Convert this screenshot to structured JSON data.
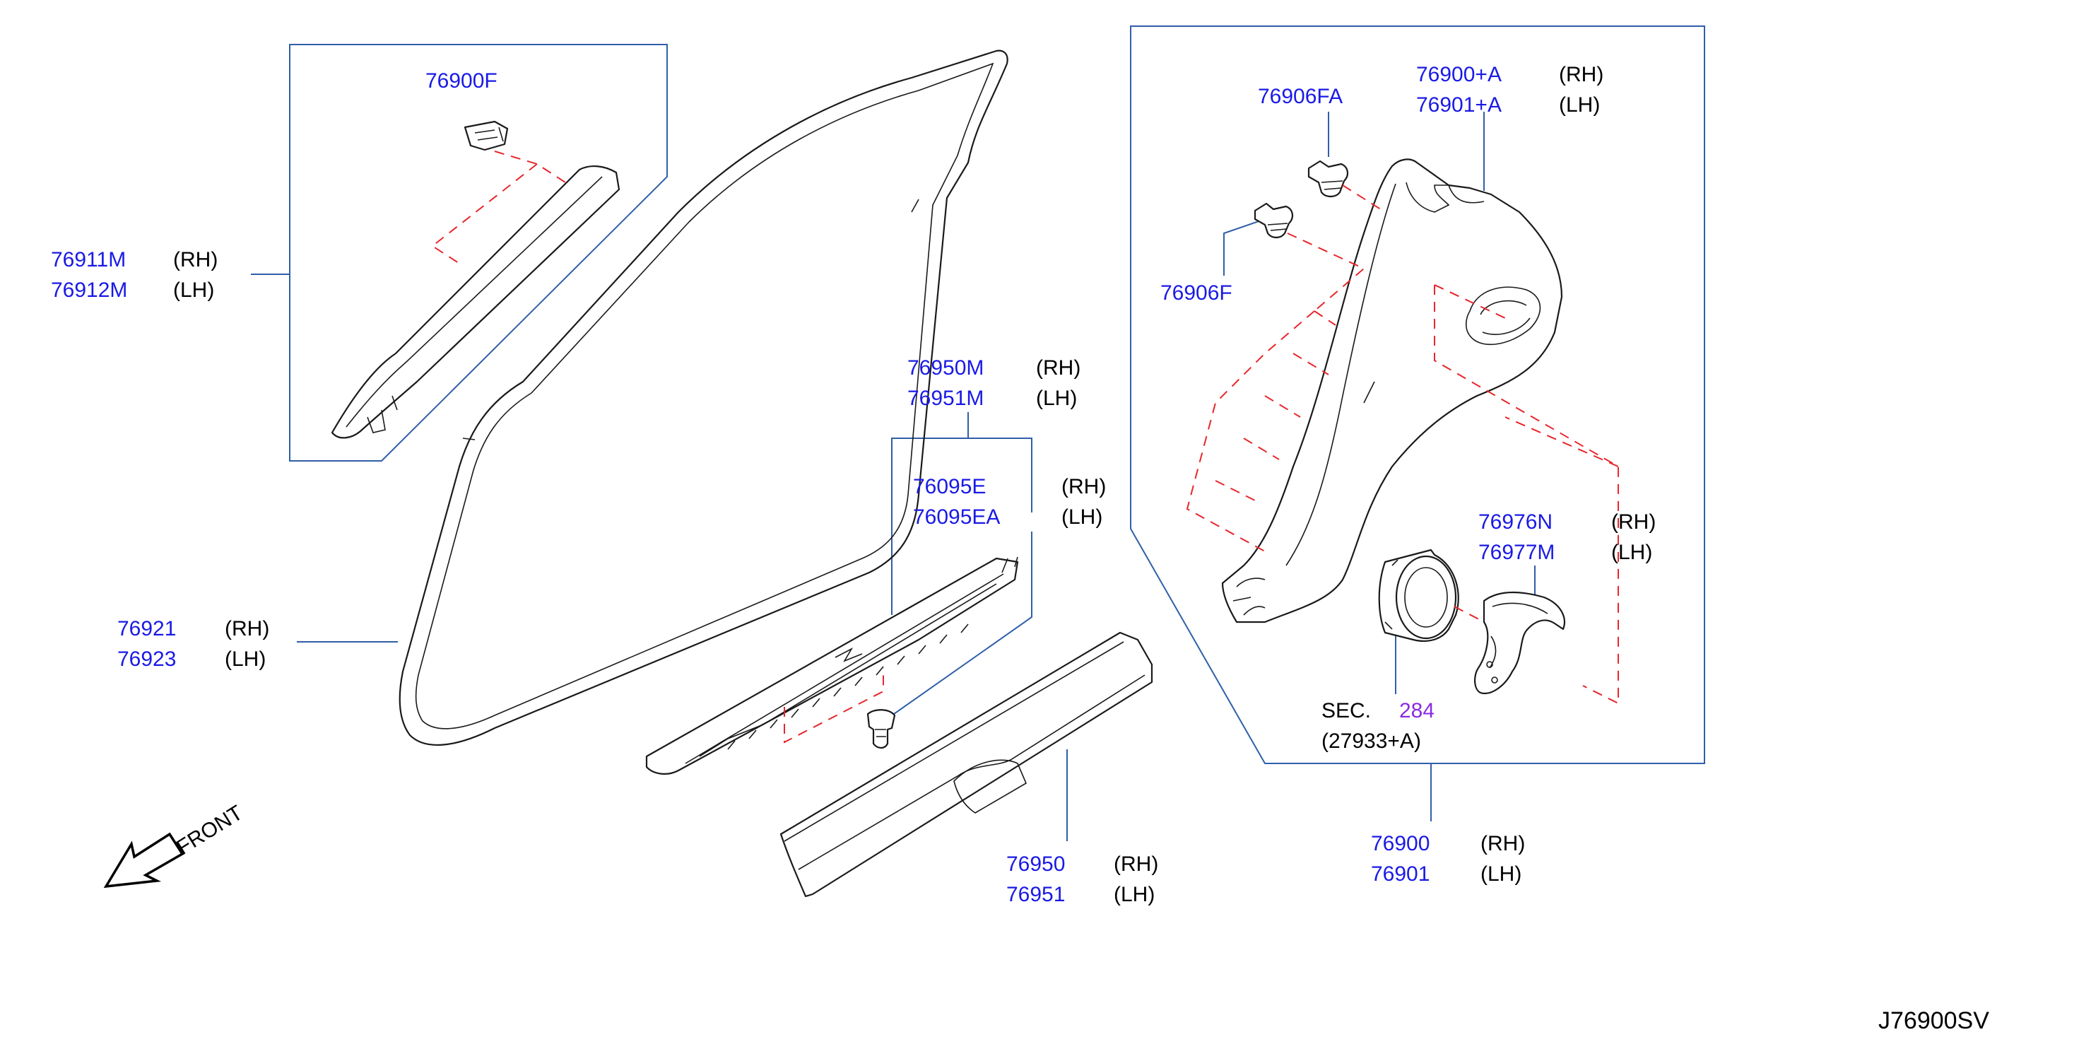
{
  "callouts": {
    "c76900f": {
      "part": "76900F"
    },
    "c76911": {
      "part_rh": "76911M",
      "side_rh": "(RH)",
      "part_lh": "76912M",
      "side_lh": "(LH)"
    },
    "c76921": {
      "part_rh": "76921",
      "side_rh": "(RH)",
      "part_lh": "76923",
      "side_lh": "(LH)"
    },
    "c76950m": {
      "part_rh": "76950M",
      "side_rh": "(RH)",
      "part_lh": "76951M",
      "side_lh": "(LH)"
    },
    "c76095e": {
      "part_rh": "76095E",
      "side_rh": "(RH)",
      "part_lh": "76095EA",
      "side_lh": "(LH)"
    },
    "c76950": {
      "part_rh": "76950",
      "side_rh": "(RH)",
      "part_lh": "76951",
      "side_lh": "(LH)"
    },
    "c76906fa": {
      "part": "76906FA"
    },
    "c76906f": {
      "part": "76906F"
    },
    "c76900a": {
      "part_rh": "76900+A",
      "side_rh": "(RH)",
      "part_lh": "76901+A",
      "side_lh": "(LH)"
    },
    "c76976n": {
      "part_rh": "76976N",
      "side_rh": "(RH)",
      "part_lh": "76977M",
      "side_lh": "(LH)"
    },
    "sec": {
      "label": "SEC.",
      "number": "284",
      "sub": "(27933+A)"
    },
    "c76900": {
      "part_rh": "76900",
      "side_rh": "(RH)",
      "part_lh": "76901",
      "side_lh": "(LH)"
    }
  },
  "front_label": "FRONT",
  "diagram_code": "J76900SV",
  "colors": {
    "part_number": "#1a1ae6",
    "section_ref": "#8a2be2",
    "frame": "#2f5fa8",
    "dashed_guide": "#e8262b"
  }
}
